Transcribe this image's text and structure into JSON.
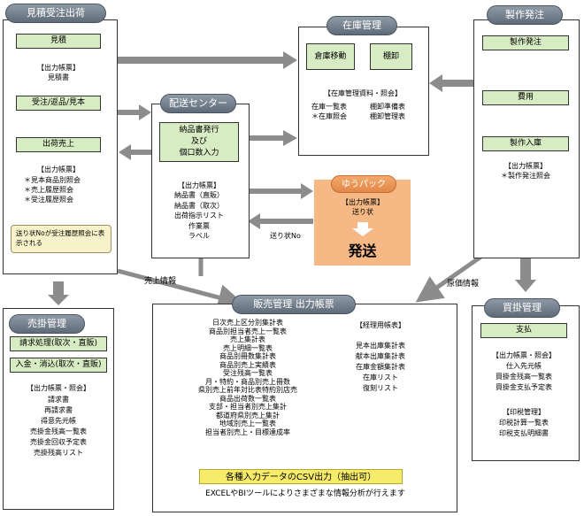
{
  "mitsumori": {
    "title": "見積受注出荷",
    "btn_mitsumori": "見積",
    "out1_head": "【出力帳票】",
    "out1_item": "見積書",
    "btn_juchu": "受注/返品/見本",
    "btn_shukka": "出荷売上",
    "out2_head": "【出力帳票】",
    "out2_items": [
      "＊見本商品別照会",
      "＊売上履歴照会",
      "＊受注履歴照会"
    ],
    "note": "送り状Noが受注履歴照会に表示される"
  },
  "haiso": {
    "title": "配送センター",
    "btn": "納品書発行\n及び\n個口数入力",
    "out_head": "【出力帳票】",
    "out_items": [
      "納品書（直販）",
      "納品書（取次）",
      "出荷指示リスト",
      "作業票",
      "ラベル"
    ]
  },
  "zaiko": {
    "title": "在庫管理",
    "btn1": "倉庫移動",
    "btn2": "棚卸",
    "head": "【在庫管理資料・照会】",
    "col1": [
      "在庫一覧表",
      "＊在庫照会"
    ],
    "col2": [
      "棚卸準備表",
      "棚卸管理表"
    ]
  },
  "yupack": {
    "title": "ゆうパック",
    "head": "【出力帳票】",
    "item": "送り状",
    "hasso": "発送",
    "arrow_label": "送り状No"
  },
  "seisaku": {
    "title": "製作発注",
    "btn1": "製作発注",
    "btn2": "費用",
    "btn3": "製作入庫",
    "out_head": "【出力帳票】",
    "out_item": "＊製作発注照会"
  },
  "urikake": {
    "title": "売掛管理",
    "btn1": "請求処理(取次・直販)",
    "btn2": "入金・消込(取次・直販)",
    "out_head": "【出力帳票・照会】",
    "out_items": [
      "請求書",
      "再請求書",
      "得意先元帳",
      "売掛金残高一覧表",
      "売掛金回収予定表",
      "売掛残高リスト"
    ]
  },
  "hanbai": {
    "title": "販売管理 出力帳票",
    "items": [
      "日次売上区分別集計表",
      "商品別担当者売上一覧表",
      "売上集計表",
      "売上明細一覧表",
      "商品別冊数集計表",
      "商品別売上実績表",
      "受注残高一覧表",
      "月・特約・商品別売上冊数",
      "県別売上前年対比表特約別店売",
      "商品出荷数一覧表",
      "支部・担当者別売上集計",
      "都道府県別売上集計",
      "地域別売上一覧表",
      "担当者別売上・目標達成率"
    ],
    "keiri_head": "【経理用帳表】",
    "keiri_items": [
      "見本出庫集計表",
      "献本出庫集計表",
      "在庫金額集計表",
      "在庫リスト",
      "復刻リスト"
    ],
    "csv": "各種入力データのCSV出力（抽出可）",
    "footer": "EXCELやBIツールによりさまざまな情報分析が行えます"
  },
  "kaikake": {
    "title": "買掛管理",
    "btn": "支払",
    "head1": "【出力帳票・照会】",
    "items1": [
      "仕入先元帳",
      "買掛金残高一覧表",
      "買掛金支払予定表"
    ],
    "head2": "【印税管理】",
    "items2": [
      "印税計算一覧表",
      "印税支払明細書"
    ]
  },
  "labels": {
    "uriage_joho": "売上情報",
    "genka_joho": "原価情報"
  }
}
